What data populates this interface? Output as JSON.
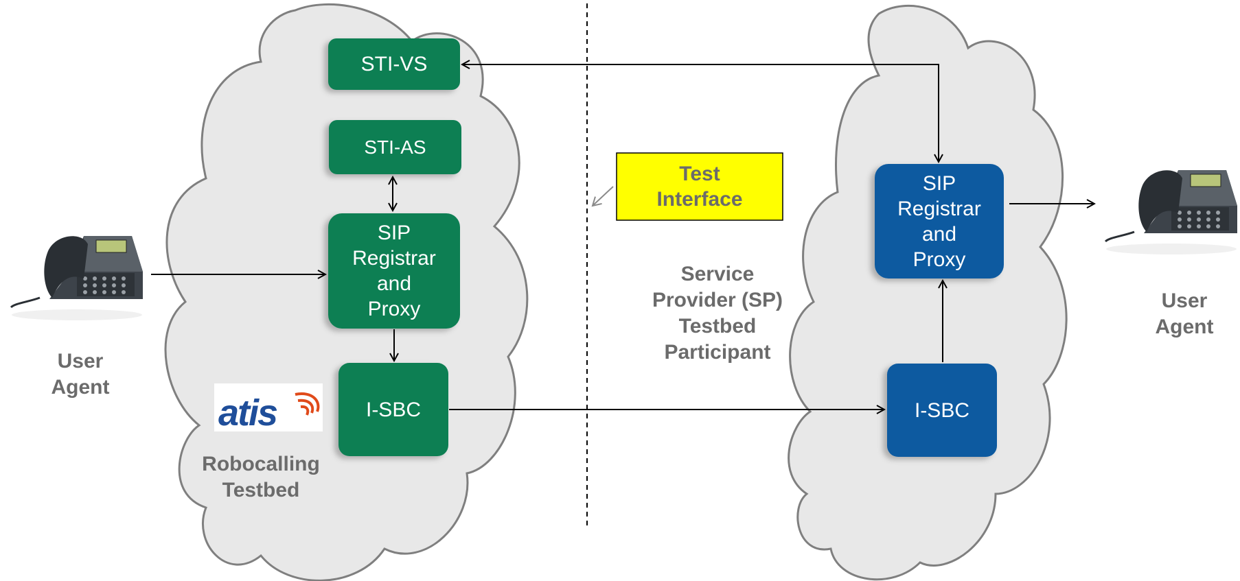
{
  "diagram": {
    "colors": {
      "left_node": "#0b7f52",
      "right_node": "#0b5aa0",
      "cloud_fill": "#e8e8e8",
      "cloud_stroke": "#7f7f7f",
      "callout_fill": "#ffff00",
      "label_gray": "#6b6b6b"
    },
    "left_domain": {
      "label": "Robocalling\nTestbed",
      "nodes": {
        "sti_vs": "STI-VS",
        "sti_as": "STI-AS",
        "sip_proxy": "SIP\nRegistrar\nand\nProxy",
        "i_sbc": "I-SBC"
      },
      "logo_text": "atis"
    },
    "right_domain": {
      "label": "Service\nProvider (SP)\nTestbed\nParticipant",
      "nodes": {
        "sip_proxy": "SIP\nRegistrar\nand\nProxy",
        "i_sbc": "I-SBC"
      }
    },
    "callout": "Test\nInterface",
    "user_agent_left": "User\nAgent",
    "user_agent_right": "User\nAgent"
  }
}
